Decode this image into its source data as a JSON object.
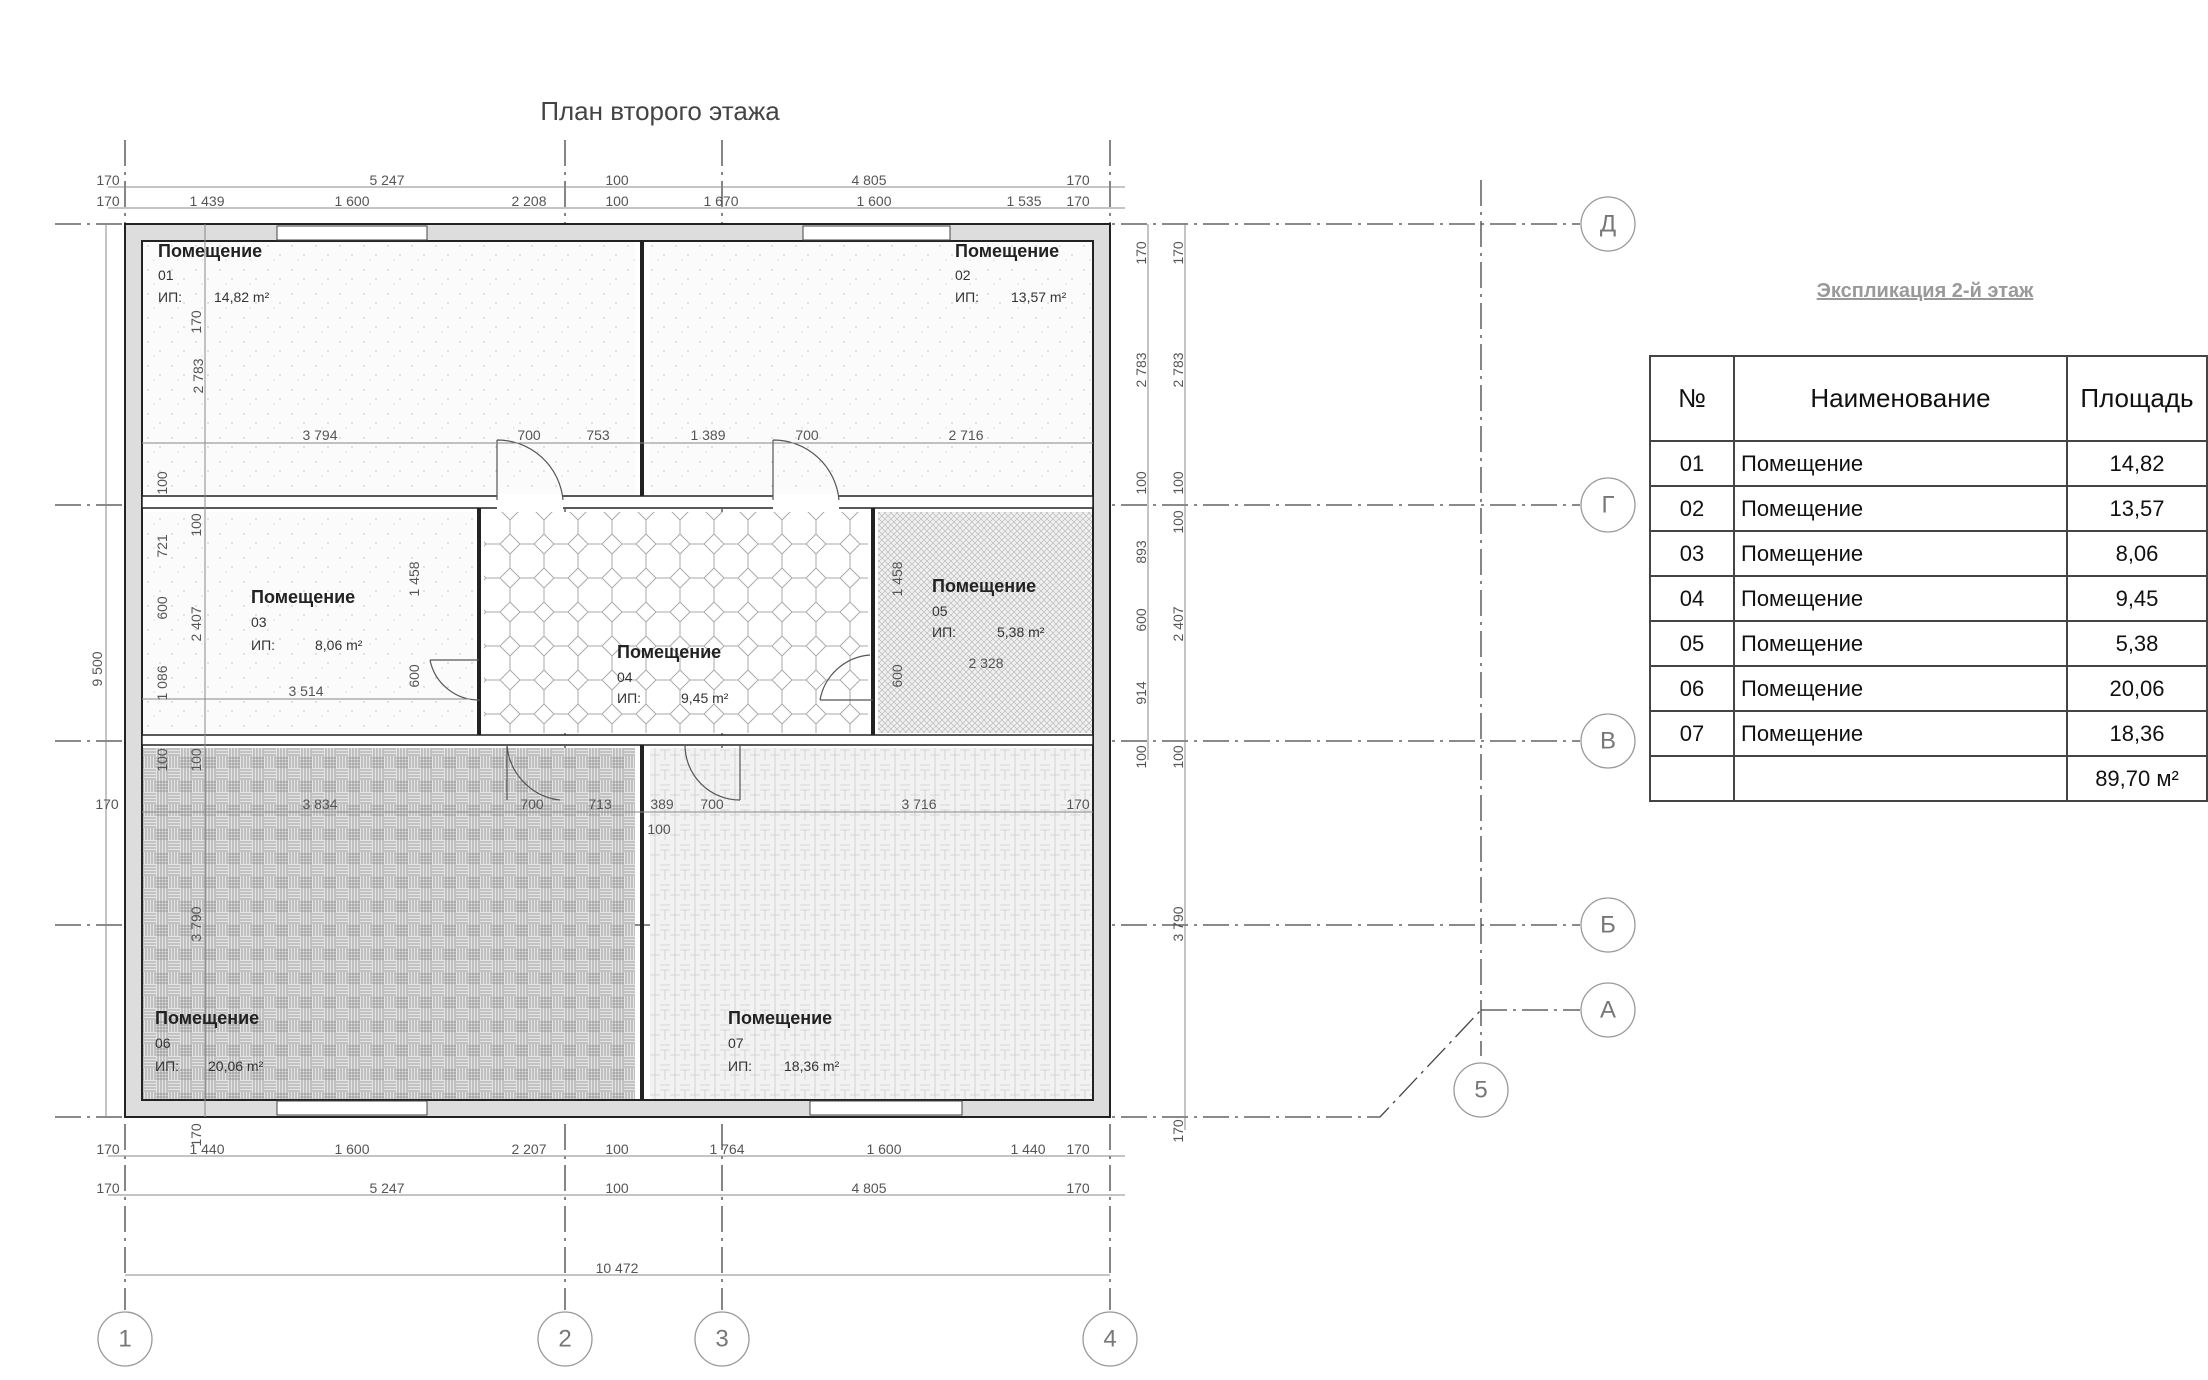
{
  "title": "План второго этажа",
  "explication": {
    "title": "Экспликация 2-й этаж",
    "headers": [
      "№",
      "Наименование",
      "Площадь"
    ],
    "rows": [
      [
        "01",
        "Помещение",
        "14,82"
      ],
      [
        "02",
        "Помещение",
        "13,57"
      ],
      [
        "03",
        "Помещение",
        "8,06"
      ],
      [
        "04",
        "Помещение",
        "9,45"
      ],
      [
        "05",
        "Помещение",
        "5,38"
      ],
      [
        "06",
        "Помещение",
        "20,06"
      ],
      [
        "07",
        "Помещение",
        "18,36"
      ]
    ],
    "total": "89,70 м²"
  },
  "rooms": [
    {
      "name": "Помещение",
      "num": "01",
      "ip": "ИП:",
      "area": "14,82 m²"
    },
    {
      "name": "Помещение",
      "num": "02",
      "ip": "ИП:",
      "area": "13,57 m²"
    },
    {
      "name": "Помещение",
      "num": "03",
      "ip": "ИП:",
      "area": "8,06 m²"
    },
    {
      "name": "Помещение",
      "num": "04",
      "ip": "ИП:",
      "area": "9,45 m²"
    },
    {
      "name": "Помещение",
      "num": "05",
      "ip": "ИП:",
      "area": "5,38 m²"
    },
    {
      "name": "Помещение",
      "num": "06",
      "ip": "ИП:",
      "area": "20,06 m²"
    },
    {
      "name": "Помещение",
      "num": "07",
      "ip": "ИП:",
      "area": "18,36 m²"
    }
  ],
  "axes": {
    "vertical": [
      "1",
      "2",
      "3",
      "4",
      "5"
    ],
    "horizontal": [
      "Д",
      "Г",
      "В",
      "Б",
      "А"
    ]
  },
  "dims": {
    "top1": [
      "170",
      "5 247",
      "100",
      "4 805",
      "170"
    ],
    "top2": [
      "170",
      "1 439",
      "1 600",
      "2 208",
      "100",
      "1 670",
      "1 600",
      "1 535",
      "170"
    ],
    "bot1": [
      "170",
      "1 440",
      "1 600",
      "2 207",
      "100",
      "1 764",
      "1 600",
      "1 440",
      "170"
    ],
    "bot2": [
      "170",
      "5 247",
      "100",
      "4 805",
      "170"
    ],
    "overall": "10 472",
    "left": "9 500",
    "right_outer": [
      "170",
      "2 783",
      "100",
      "100",
      "2 407",
      "100",
      "3 790",
      "170"
    ],
    "right_inner": [
      "170",
      "2 783",
      "100",
      "893",
      "600",
      "914",
      "100"
    ],
    "row1": [
      "3 794",
      "700",
      "753",
      "1 389",
      "700",
      "2 716"
    ],
    "row2": [
      "3 514",
      "2 328"
    ],
    "row3": [
      "170",
      "3 834",
      "700",
      "713",
      "389",
      "700",
      "3 716",
      "170",
      "100"
    ],
    "left_inner": [
      "2 783",
      "100",
      "721",
      "600",
      "1 086",
      "100",
      "2 407",
      "100",
      "100",
      "3 790",
      "170",
      "170"
    ],
    "inner_v": [
      "1 458",
      "600",
      "1 458",
      "600"
    ]
  }
}
